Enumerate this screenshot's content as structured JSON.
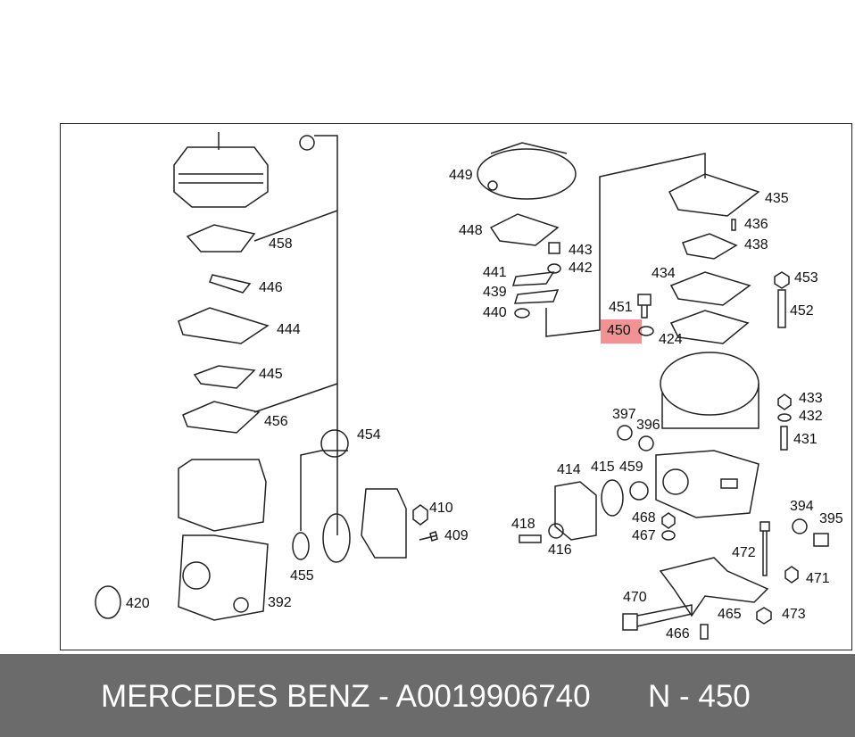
{
  "diagram": {
    "highlighted_part": "450",
    "highlight_color": "#f08080",
    "labels": [
      "449",
      "448",
      "443",
      "442",
      "441",
      "439",
      "440",
      "451",
      "450",
      "424",
      "434",
      "435",
      "436",
      "438",
      "453",
      "452",
      "458",
      "446",
      "444",
      "445",
      "456",
      "454",
      "455",
      "392",
      "420",
      "410",
      "409",
      "397",
      "396",
      "414",
      "415",
      "459",
      "418",
      "416",
      "468",
      "467",
      "433",
      "432",
      "431",
      "394",
      "395",
      "472",
      "471",
      "470",
      "465",
      "473",
      "466"
    ]
  },
  "footer": {
    "part_title": "MERCEDES BENZ - A0019906740",
    "part_number": "N - 450"
  }
}
